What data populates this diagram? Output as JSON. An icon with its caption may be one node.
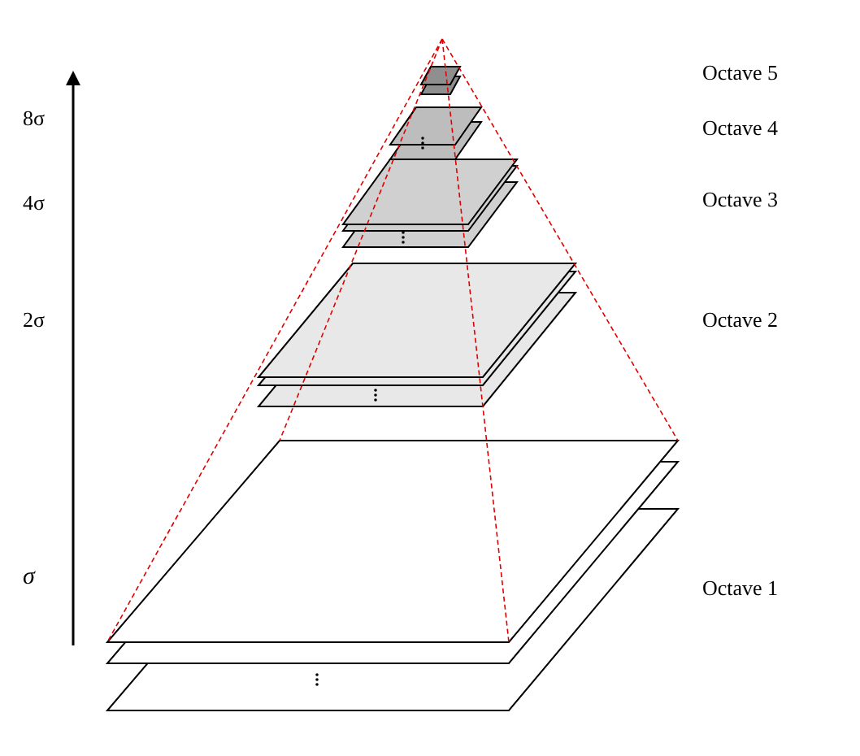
{
  "diagram": {
    "labels": [
      "8σ",
      "4σ",
      "2σ",
      "σ",
      "Octave 5",
      "Octave 4",
      "Octave 3",
      "Octave 2",
      "Octave 1"
    ]
  }
}
